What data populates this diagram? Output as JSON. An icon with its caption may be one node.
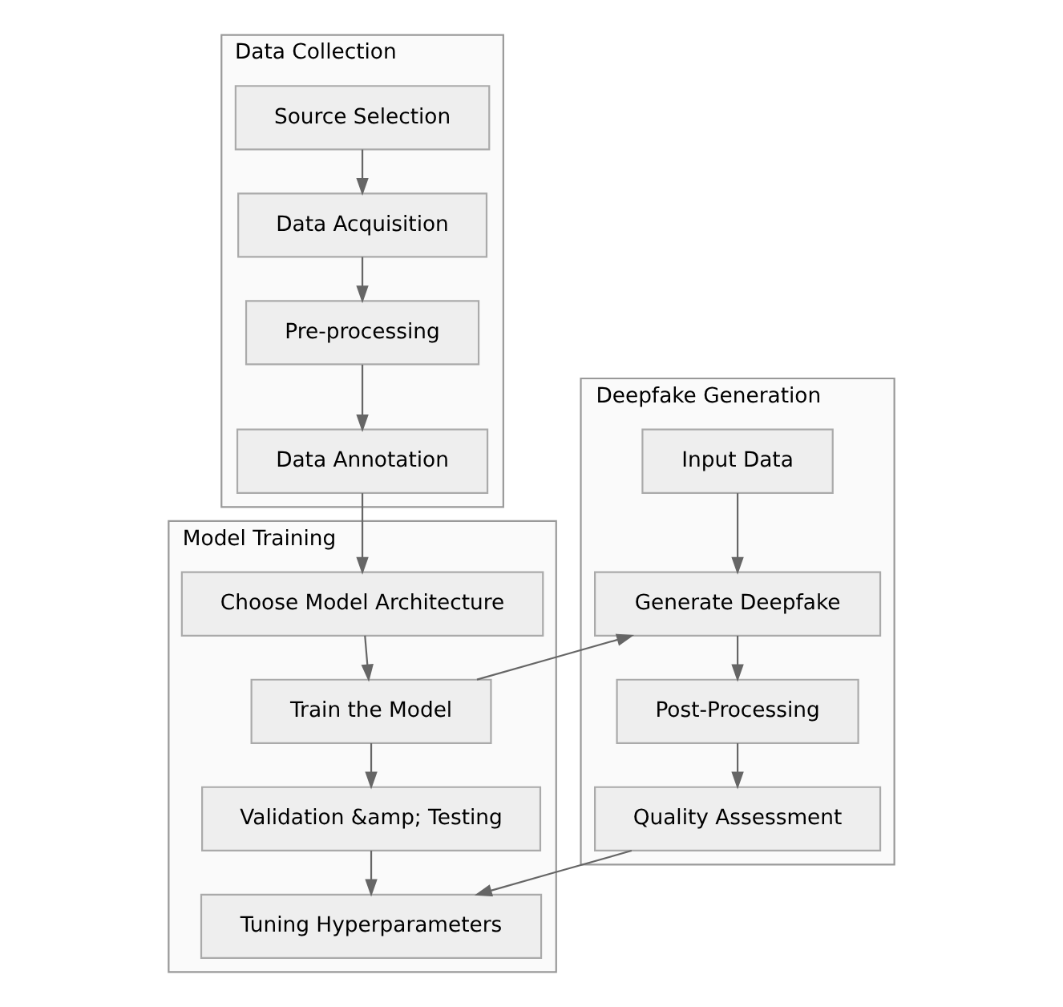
{
  "diagram": {
    "nodes": [
      {
        "text": [
          "Data Collection"
        ]
      },
      {
        "text": [
          "Source Selection"
        ],
        "in": 0
      },
      {
        "text": [
          "Data Acquisition"
        ],
        "in": 0
      },
      {
        "text": [
          "Pre-processing"
        ],
        "in": 0
      },
      {
        "text": [
          "Data Annotation"
        ],
        "in": 0
      },
      {
        "text": [
          "Model Training"
        ]
      },
      {
        "text": [
          "Choose Model Architecture"
        ],
        "in": 5
      },
      {
        "text": [
          "Train the Model"
        ],
        "in": 5
      },
      {
        "text": [
          "Validation &amp; Testing"
        ],
        "in": 5
      },
      {
        "text": [
          "Tuning Hyperparameters"
        ],
        "in": 5
      },
      {
        "text": [
          "Deepfake Generation"
        ]
      },
      {
        "text": [
          "Input Data"
        ],
        "in": 10
      },
      {
        "text": [
          "Generate Deepfake"
        ],
        "in": 10
      },
      {
        "text": [
          "Post-Processing"
        ],
        "in": 10
      },
      {
        "text": [
          "Quality Assessment"
        ],
        "in": 10
      }
    ],
    "edges": [
      {
        "from": 1,
        "to": 2,
        "arrow": "to"
      },
      {
        "from": 2,
        "to": 3,
        "arrow": "to"
      },
      {
        "from": 3,
        "to": 4,
        "arrow": "to"
      },
      {
        "from": 4,
        "to": 6,
        "arrow": "to"
      },
      {
        "from": 6,
        "to": 7,
        "arrow": "to"
      },
      {
        "from": 7,
        "to": 8,
        "arrow": "to"
      },
      {
        "from": 8,
        "to": 9,
        "arrow": "to"
      },
      {
        "from": 7,
        "to": 12,
        "arrow": "to"
      },
      {
        "from": 11,
        "to": 12,
        "arrow": "to"
      },
      {
        "from": 12,
        "to": 13,
        "arrow": "to"
      },
      {
        "from": 13,
        "to": 14,
        "arrow": "to"
      },
      {
        "from": 14,
        "to": 9,
        "arrow": "to"
      }
    ]
  }
}
